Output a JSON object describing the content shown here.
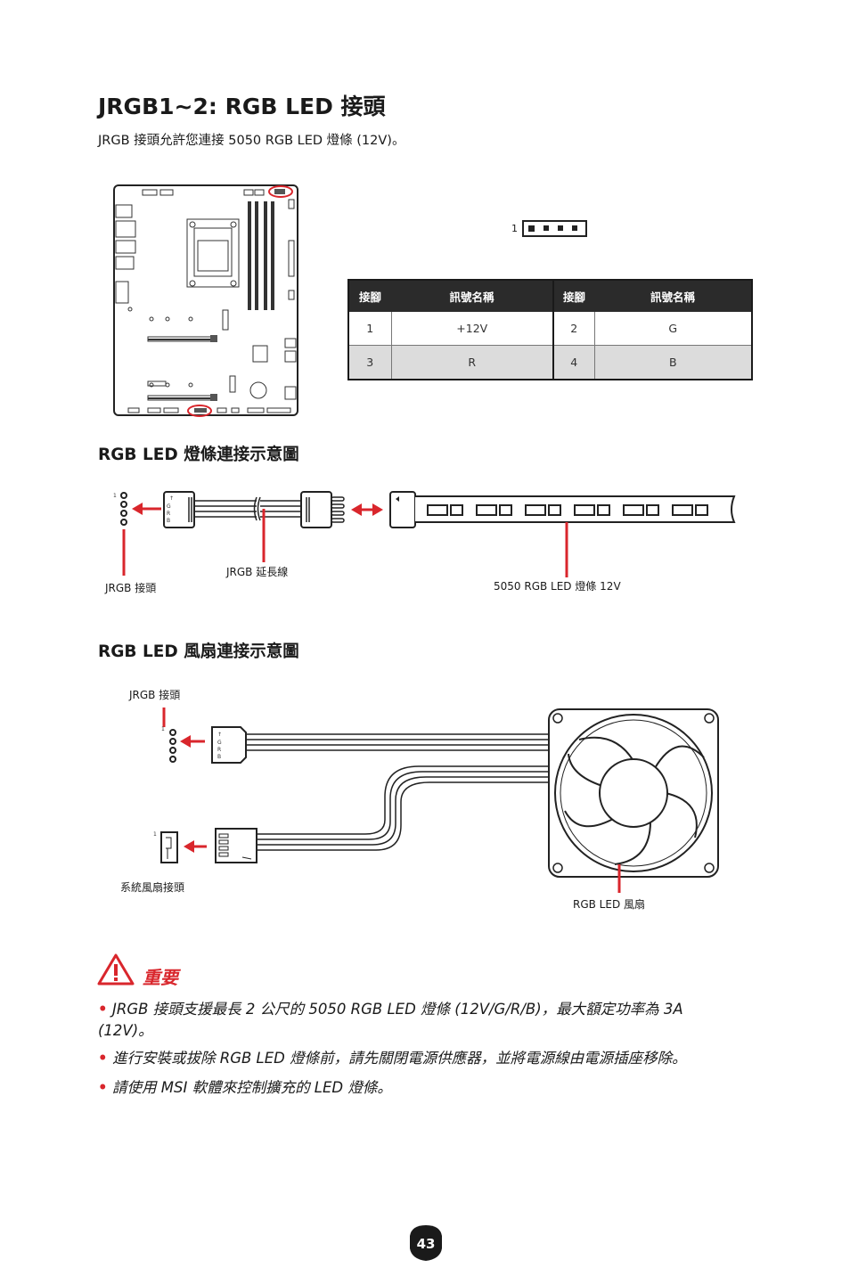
{
  "title": "JRGB1~2: RGB LED 接頭",
  "intro": "JRGB 接頭允許您連接 5050 RGB LED 燈條 (12V)。",
  "connector_pin1_label": "1",
  "pin_table": {
    "headers": [
      "接腳",
      "訊號名稱",
      "接腳",
      "訊號名稱"
    ],
    "rows": [
      [
        "1",
        "+12V",
        "2",
        "G"
      ],
      [
        "3",
        "R",
        "4",
        "B"
      ]
    ]
  },
  "strip_section": {
    "heading": "RGB LED 燈條連接示意圖",
    "jrgb_header_label": "JRGB 接頭",
    "extension_label": "JRGB 延長線",
    "strip_label": "5050 RGB LED 燈條 12V",
    "pin1": "1",
    "plug_pins": [
      "↑",
      "G",
      "R",
      "B"
    ]
  },
  "fan_section": {
    "heading": "RGB LED 風扇連接示意圖",
    "jrgb_header_label": "JRGB 接頭",
    "fan_header_label": "系統風扇接頭",
    "fan_label": "RGB LED 風扇",
    "pin1": "1",
    "fan_pin1": "1",
    "plug_pins": [
      "↑",
      "G",
      "R",
      "B"
    ]
  },
  "important": {
    "title": "重要",
    "notes": [
      "JRGB 接頭支援最長 2 公尺的 5050 RGB LED 燈條 (12V/G/R/B)，最大額定功率為 3A (12V)。",
      "進行安裝或拔除 RGB LED 燈條前，請先關閉電源供應器，並將電源線由電源插座移除。",
      "請使用 MSI 軟體來控制擴充的 LED 燈條。"
    ],
    "bullet": "•"
  },
  "page_number": "43",
  "colors": {
    "accent": "#d9262c",
    "dark": "#2b2b2b",
    "row_alt": "#dcdcdc"
  }
}
